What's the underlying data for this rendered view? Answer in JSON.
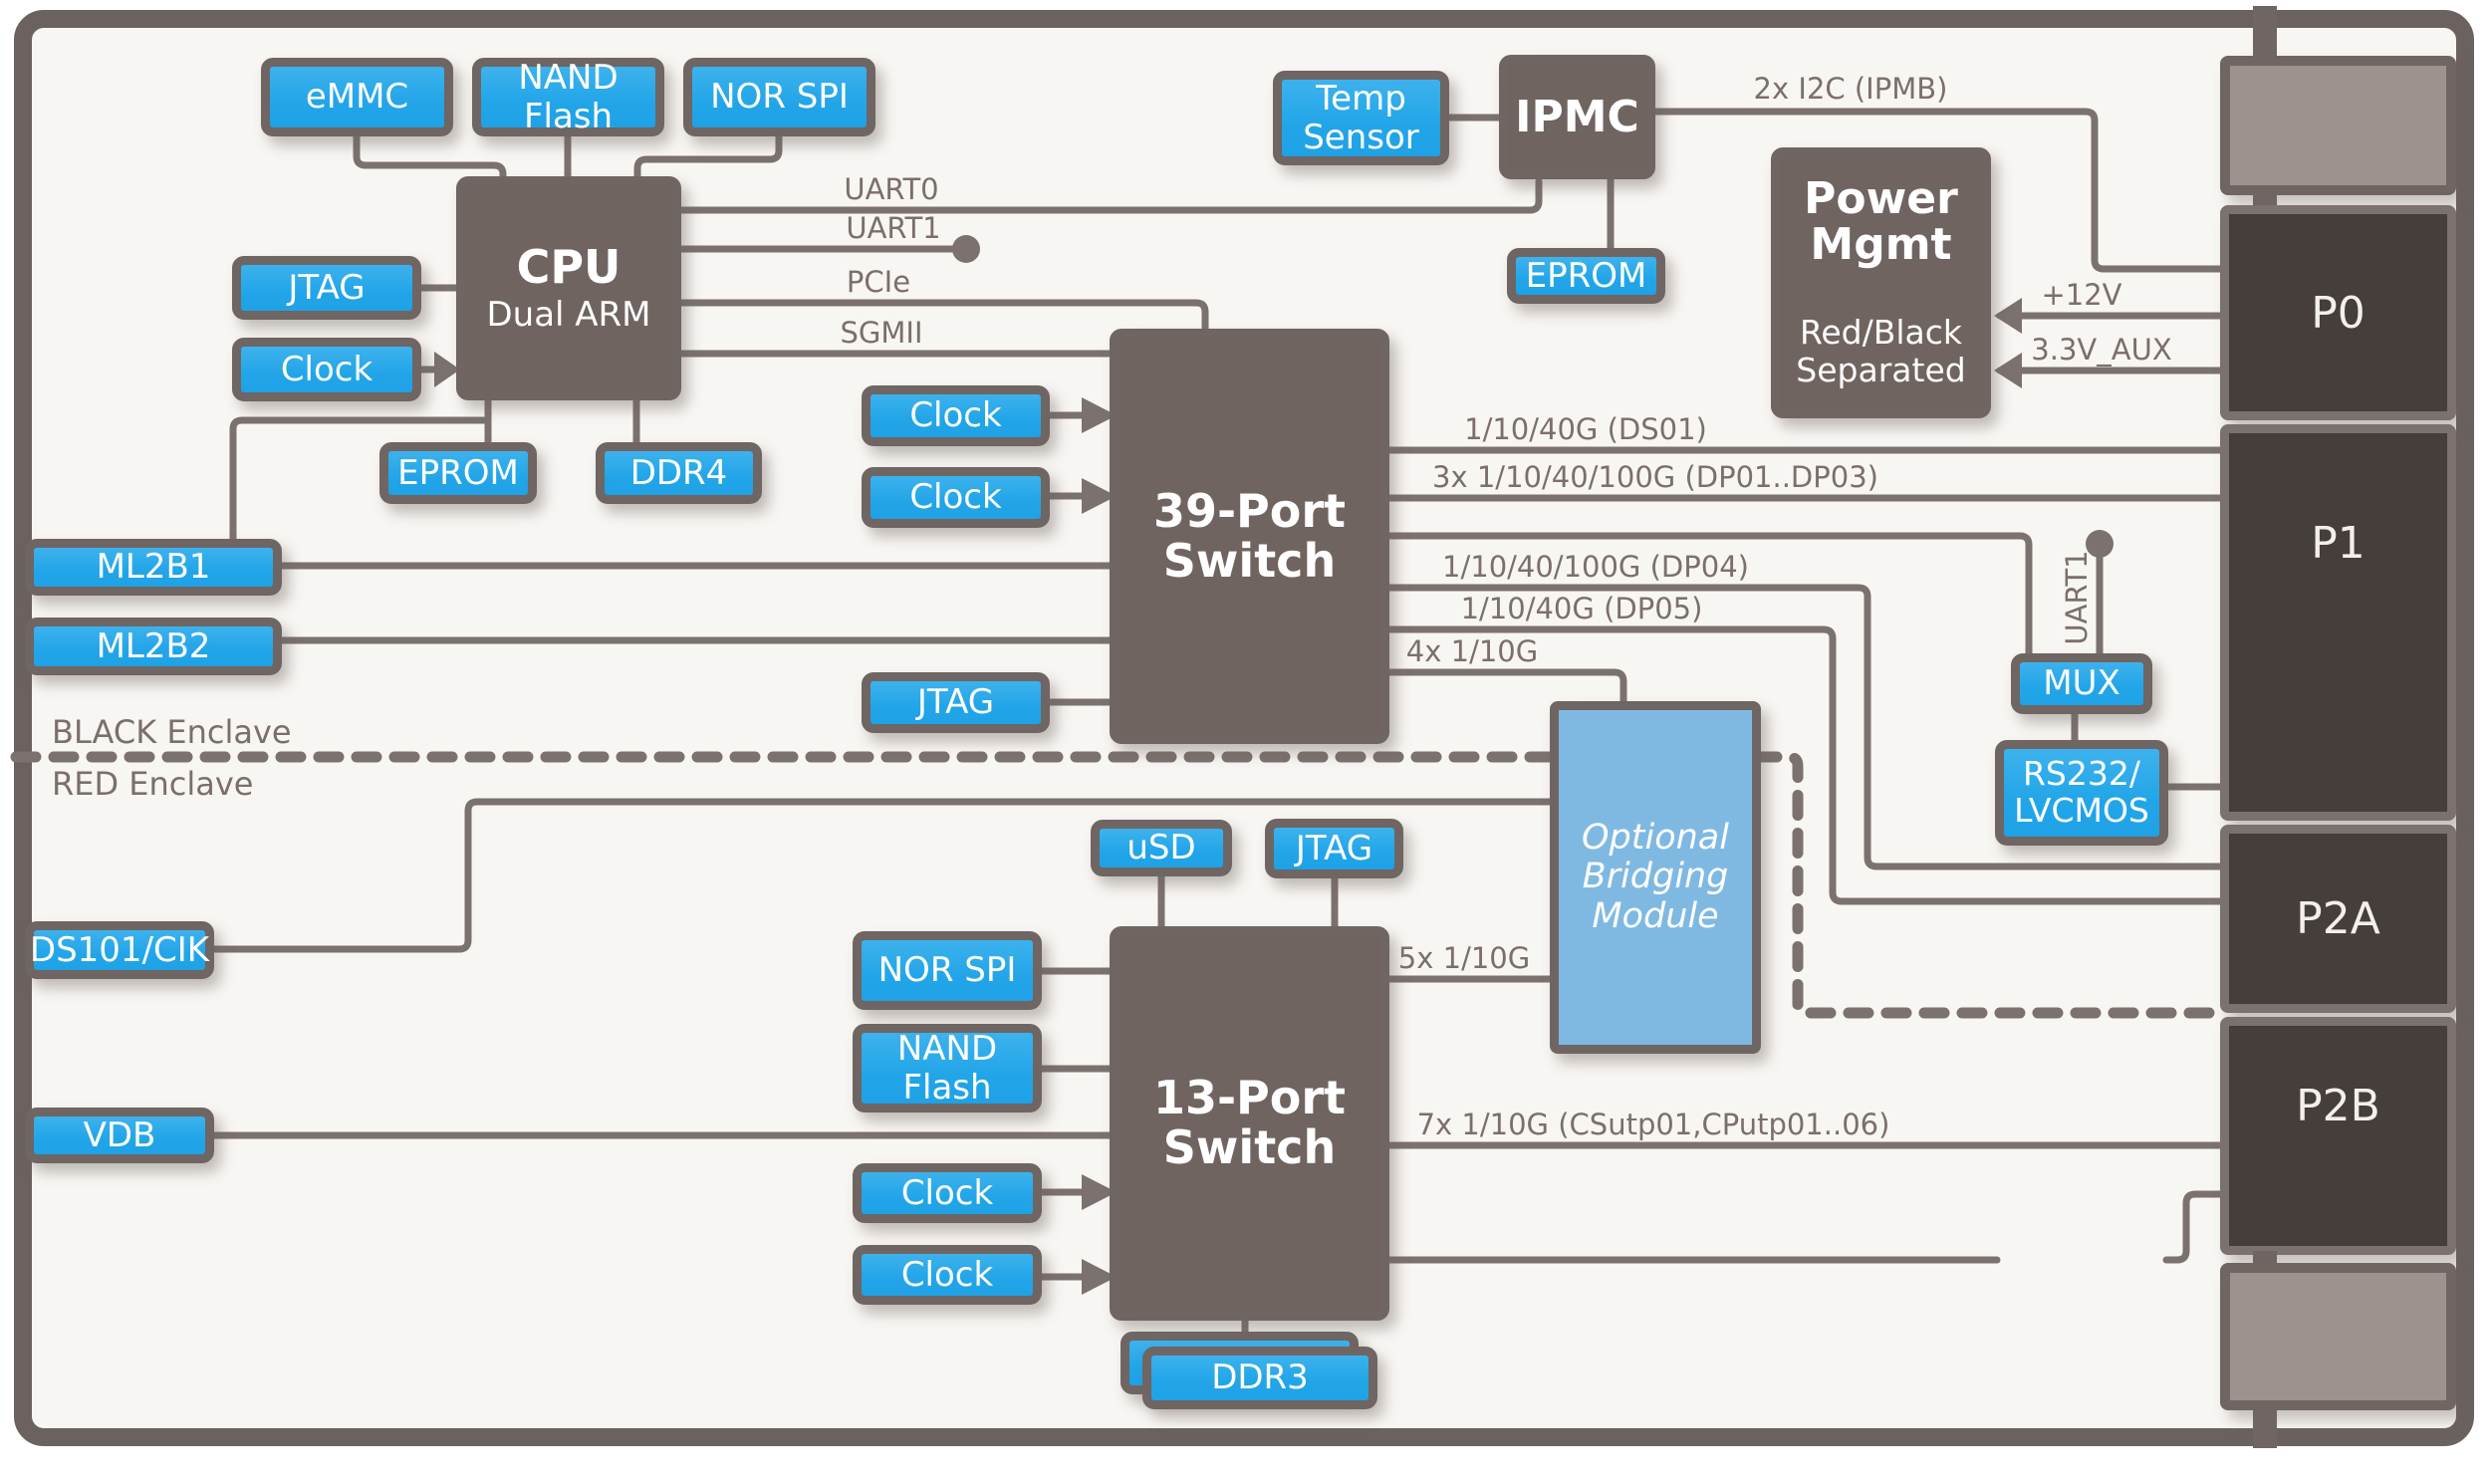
{
  "blocks": {
    "emmc": "eMMC",
    "nand_flash": "NAND Flash",
    "nor_spi": "NOR SPI",
    "cpu_title": "CPU",
    "cpu_sub": "Dual ARM",
    "jtag": "JTAG",
    "clock": "Clock",
    "eprom": "EPROM",
    "ddr4": "DDR4",
    "ddr3": "DDR3",
    "ml2b1": "ML2B1",
    "ml2b2": "ML2B2",
    "ds101": "DS101/CIK",
    "vdb": "VDB",
    "switch39": "39-Port Switch",
    "switch13": "13-Port Switch",
    "temp_sensor": "Temp Sensor",
    "ipmc": "IPMC",
    "power_title": "Power Mgmt",
    "power_sub": "Red/Black Separated",
    "mux": "MUX",
    "rs232": "RS232/\nLVCMOS",
    "usd": "uSD",
    "bridge_module": "Optional Bridging Module"
  },
  "wire_labels": {
    "uart0": "UART0",
    "uart1": "UART1",
    "pcie": "PCIe",
    "sgmii": "SGMII",
    "ds01": "1/10/40G (DS01)",
    "dp0103": "3x 1/10/40/100G (DP01..DP03)",
    "dp04": "1/10/40/100G (DP04)",
    "dp05": "1/10/40G (DP05)",
    "x4": "4x 1/10G",
    "x5": "5x 1/10G",
    "x7": "7x 1/10G (CSutp01,CPutp01..06)",
    "i2c": "2x I2C (IPMB)",
    "v12": "+12V",
    "v33": "3.3V_AUX",
    "uart1_mux": "UART1"
  },
  "connectors": {
    "p0": "P0",
    "p1": "P1",
    "p2a": "P2A",
    "p2b": "P2B"
  },
  "enclave": {
    "black": "BLACK Enclave",
    "red": "RED Enclave"
  },
  "colors": {
    "accent_blue": "#29a9e9",
    "block_dark": "#6f6460",
    "connector_dark": "#453e3b",
    "bridge_blue": "#7fb9e2",
    "wire": "#7b716e",
    "background": "#f8f6f3"
  }
}
